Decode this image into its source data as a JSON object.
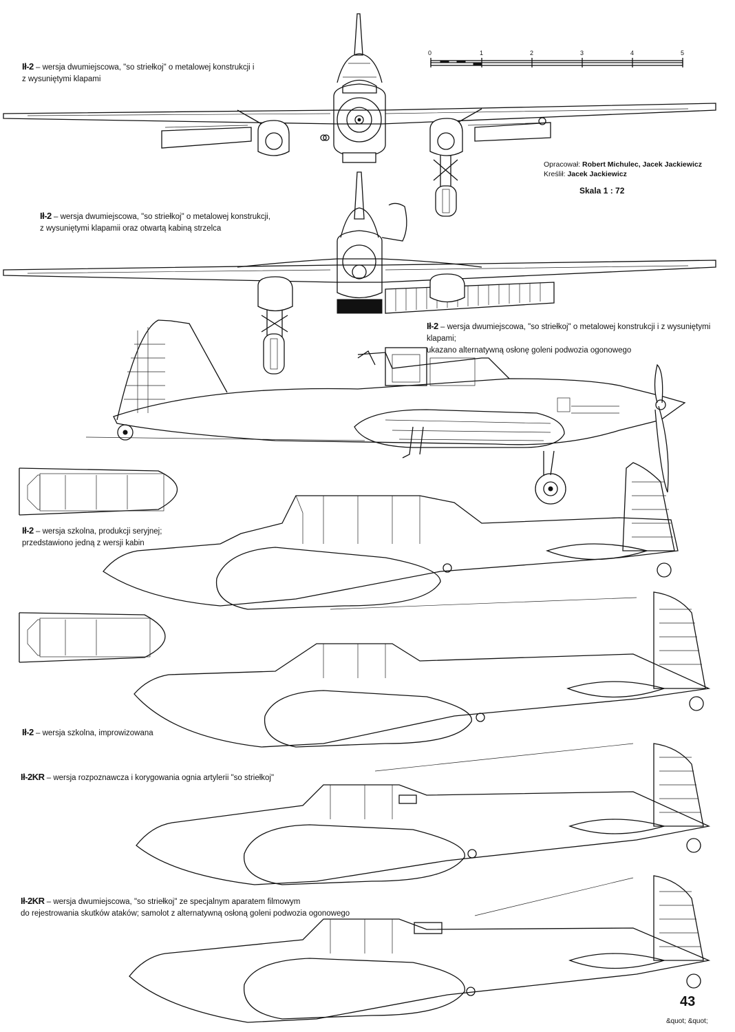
{
  "captions": {
    "front_closed": {
      "model": "Ił-2",
      "text": " – wersja dwumiejscowa, \"so striełkoj\" o metalowej konstrukcji i",
      "text2": "z wysuniętymi klapami"
    },
    "front_open": {
      "model": "Ił-2",
      "text": " – wersja dwumiejscowa, \"so striełkoj\" o metalowej konstrukcji,",
      "text2": "z wysuniętymi klapamii oraz otwartą kabiną strzelca"
    },
    "side_main": {
      "model": "Ił-2",
      "text": " – wersja dwumiejscowa, \"so striełkoj\" o metalowej konstrukcji i z wysuniętymi klapami;",
      "text2": "ukazano alternatywną osłonę goleni podwozia ogonowego"
    },
    "trainer_serial": {
      "model": "Ił-2",
      "text": " – wersja szkolna, produkcji seryjnej;",
      "text2": "przedstawiono jedną z wersji kabin"
    },
    "trainer_improv": {
      "model": "Ił-2",
      "text": " – wersja szkolna, improwizowana"
    },
    "kr_recon": {
      "model": "Ił-2KR",
      "text": " – wersja rozpoznawcza i korygowania ognia artylerii \"so striełkoj\""
    },
    "kr_camera": {
      "model": "Ił-2KR",
      "text": " – wersja dwumiejscowa, \"so striełkoj\" ze specjalnym aparatem filmowym",
      "text2": "do rejestrowania skutków ataków; samolot z alternatywną osłoną goleni podwozia ogonowego"
    }
  },
  "scale_bar": {
    "ticks": [
      "0",
      "1",
      "2",
      "3",
      "4",
      "5"
    ]
  },
  "credits": {
    "line1_label": "Opracował: ",
    "line1_names": "Robert Michulec, Jacek Jackiewicz",
    "line2_label": "Kreślił: ",
    "line2_names": "Jacek Jackiewicz"
  },
  "scale_label": "Skala 1 : 72",
  "page_number": "43",
  "footer": "&quot; &quot;"
}
